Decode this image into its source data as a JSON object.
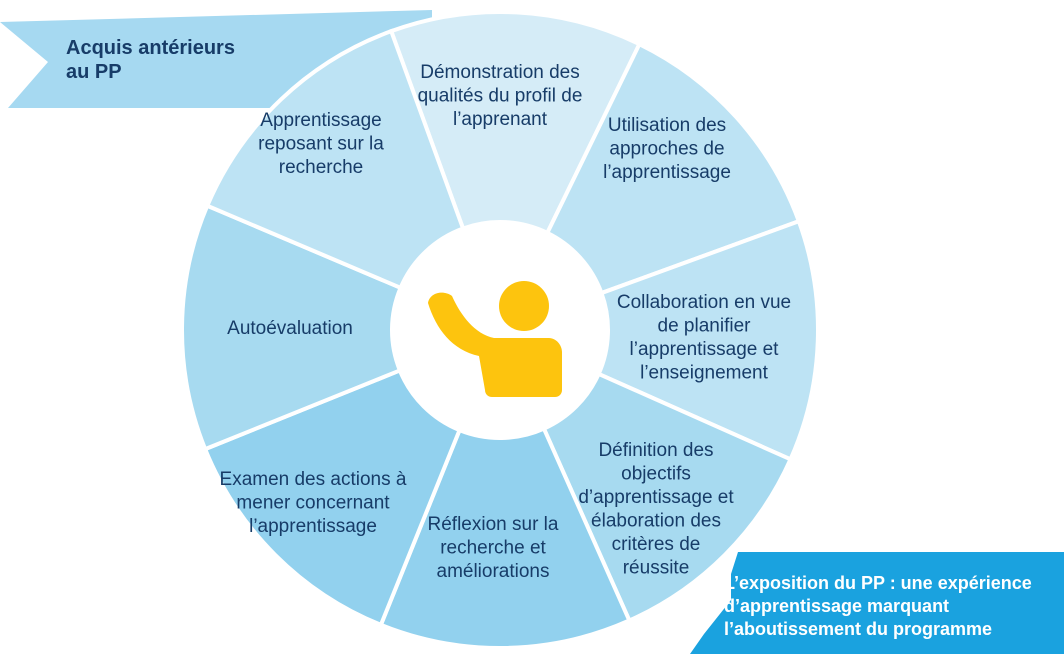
{
  "diagram": {
    "top_banner": {
      "lines": [
        "Acquis antérieurs",
        "au PP"
      ]
    },
    "bottom_banner": {
      "lines": [
        "L’exposition du PP : une expérience",
        "d’apprentissage marquant",
        "l’aboutissement du programme"
      ]
    },
    "center_icon": "raised-hand-person-icon",
    "segments": [
      {
        "id": "demonstration",
        "lines": [
          "Démonstration des",
          "qualités du profil de",
          "l’apprenant"
        ]
      },
      {
        "id": "utilisation",
        "lines": [
          "Utilisation des",
          "approches de",
          "l’apprentissage"
        ]
      },
      {
        "id": "collaboration",
        "lines": [
          "Collaboration en vue",
          "de planifier",
          "l’apprentissage et",
          "l’enseignement"
        ]
      },
      {
        "id": "definition",
        "lines": [
          "Définition des",
          "objectifs",
          "d’apprentissage et",
          "élaboration des",
          "critères de",
          "réussite"
        ]
      },
      {
        "id": "reflexion",
        "lines": [
          "Réflexion sur la",
          "recherche et",
          "améliorations"
        ]
      },
      {
        "id": "examen",
        "lines": [
          "Examen des actions à",
          "mener concernant",
          "l’apprentissage"
        ]
      },
      {
        "id": "autoevaluation",
        "lines": [
          "Autoévaluation"
        ]
      },
      {
        "id": "apprentissage",
        "lines": [
          "Apprentissage",
          "reposant sur la",
          "recherche"
        ]
      }
    ],
    "colors": {
      "lightest": "#d5ecf7",
      "light": "#bde3f4",
      "mid": "#a7daf0",
      "deep": "#92d1ee",
      "banner_top": "#a6d9f1",
      "banner_bottom": "#1aa2df",
      "text": "#173c68",
      "icon": "#fdc40e"
    }
  }
}
